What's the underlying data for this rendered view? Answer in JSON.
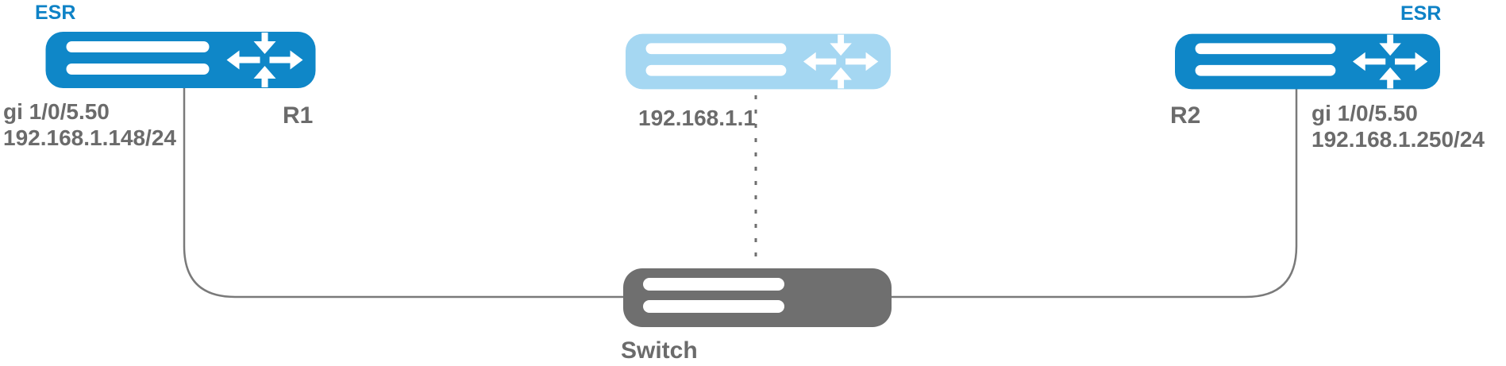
{
  "colors": {
    "router_blue": "#0F87C8",
    "virtual_router_blue": "#A5D7F2",
    "switch_gray": "#6F6F6F",
    "text_gray": "#6B6B6B",
    "esr_blue": "#0E82C6",
    "link_gray": "#7A7A7A"
  },
  "nodes": {
    "r1": {
      "device_type": "ESR",
      "name": "R1",
      "interface": "gi 1/0/5.50",
      "ip": "192.168.1.148/24"
    },
    "virtual_router": {
      "ip": "192.168.1.1"
    },
    "r2": {
      "device_type": "ESR",
      "name": "R2",
      "interface": "gi 1/0/5.50",
      "ip": "192.168.1.250/24"
    },
    "switch": {
      "name": "Switch"
    }
  }
}
